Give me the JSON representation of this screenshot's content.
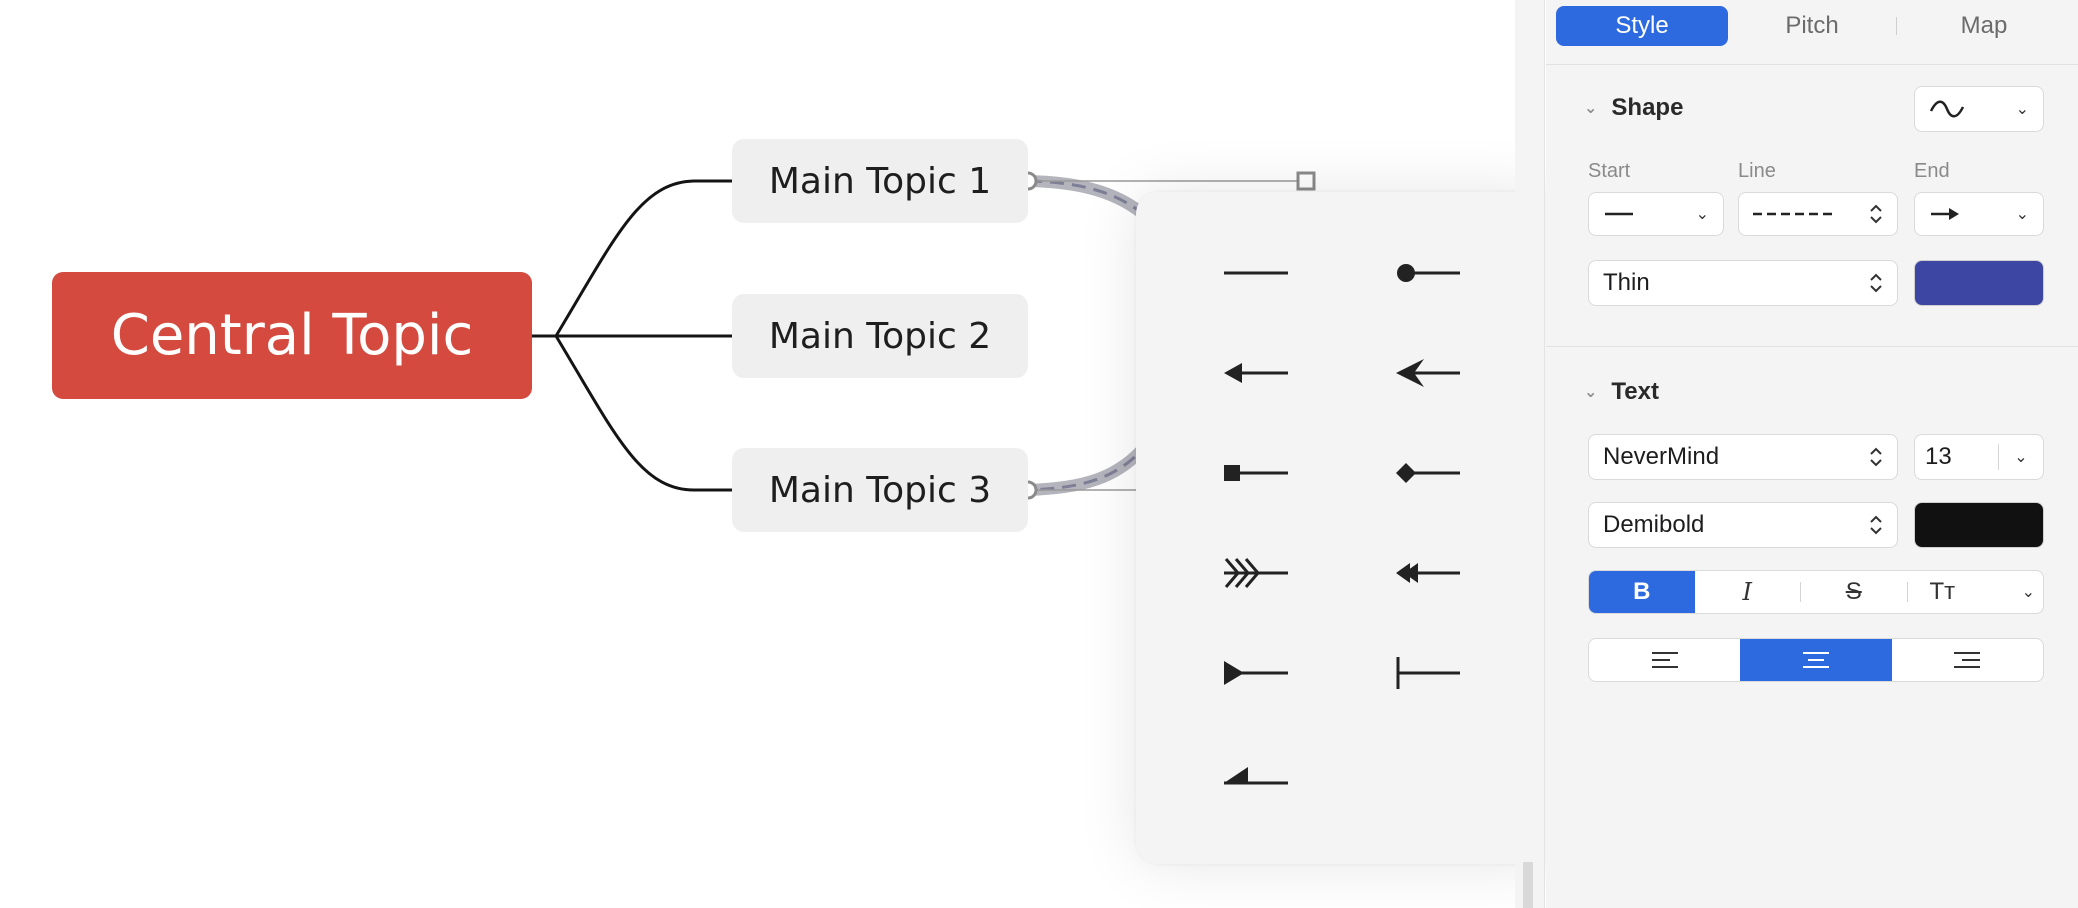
{
  "canvas": {
    "central_topic": "Central Topic",
    "main_topics": [
      "Main Topic 1",
      "Main Topic 2",
      "Main Topic 3"
    ]
  },
  "end_style_popover": {
    "options": [
      {
        "name": "none",
        "icon": "plain-line-icon"
      },
      {
        "name": "dot",
        "icon": "dot-end-icon"
      },
      {
        "name": "triangle-arrow",
        "icon": "triangle-arrow-icon"
      },
      {
        "name": "spear-arrow",
        "icon": "spear-arrow-icon"
      },
      {
        "name": "square",
        "icon": "square-end-icon"
      },
      {
        "name": "diamond",
        "icon": "diamond-end-icon"
      },
      {
        "name": "fletching",
        "icon": "fletching-end-icon"
      },
      {
        "name": "double-arrow",
        "icon": "double-arrow-icon"
      },
      {
        "name": "flag-triangle",
        "icon": "flag-triangle-icon"
      },
      {
        "name": "bar",
        "icon": "bar-end-icon"
      },
      {
        "name": "half-arrow",
        "icon": "half-arrow-icon"
      }
    ]
  },
  "panel": {
    "tabs": {
      "style": "Style",
      "pitch": "Pitch",
      "map": "Map"
    },
    "shape": {
      "title": "Shape",
      "start_label": "Start",
      "line_label": "Line",
      "end_label": "End",
      "thickness": "Thin",
      "line_color": "#3d47a3"
    },
    "text": {
      "title": "Text",
      "font": "NeverMind",
      "size": "13",
      "weight": "Demibold",
      "text_color": "#111111",
      "bold": "B",
      "italic": "I",
      "strike": "S",
      "case": "Tт"
    }
  },
  "colors": {
    "accent": "#2e6adf",
    "central_topic": "#d44a3f",
    "topic_bg": "#efefef"
  }
}
